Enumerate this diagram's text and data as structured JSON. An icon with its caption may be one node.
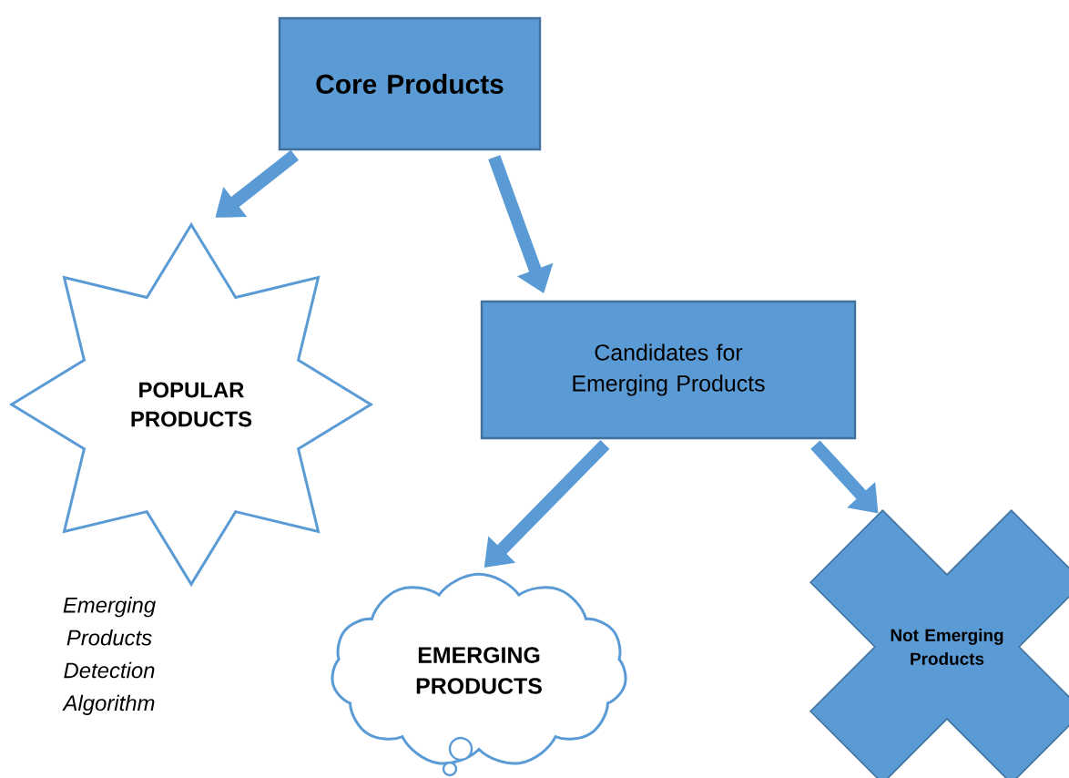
{
  "diagram": {
    "nodes": [
      {
        "text": [
          "Core Products"
        ]
      },
      {
        "text": [
          "POPULAR PRODUCTS"
        ]
      },
      {
        "text": [
          "Candidates for Emerging Products"
        ]
      },
      {
        "text": [
          "EMERGING PRODUCTS"
        ]
      },
      {
        "text": [
          "Not Emerging Products"
        ]
      }
    ],
    "edges": [
      {
        "from": 0,
        "to": 1,
        "arrow": "to"
      },
      {
        "from": 0,
        "to": 2,
        "arrow": "to"
      },
      {
        "from": 2,
        "to": 3,
        "arrow": "to"
      },
      {
        "from": 2,
        "to": 4,
        "arrow": "to"
      }
    ],
    "labels": [
      "Emerging Products Detection Algorithm"
    ]
  }
}
